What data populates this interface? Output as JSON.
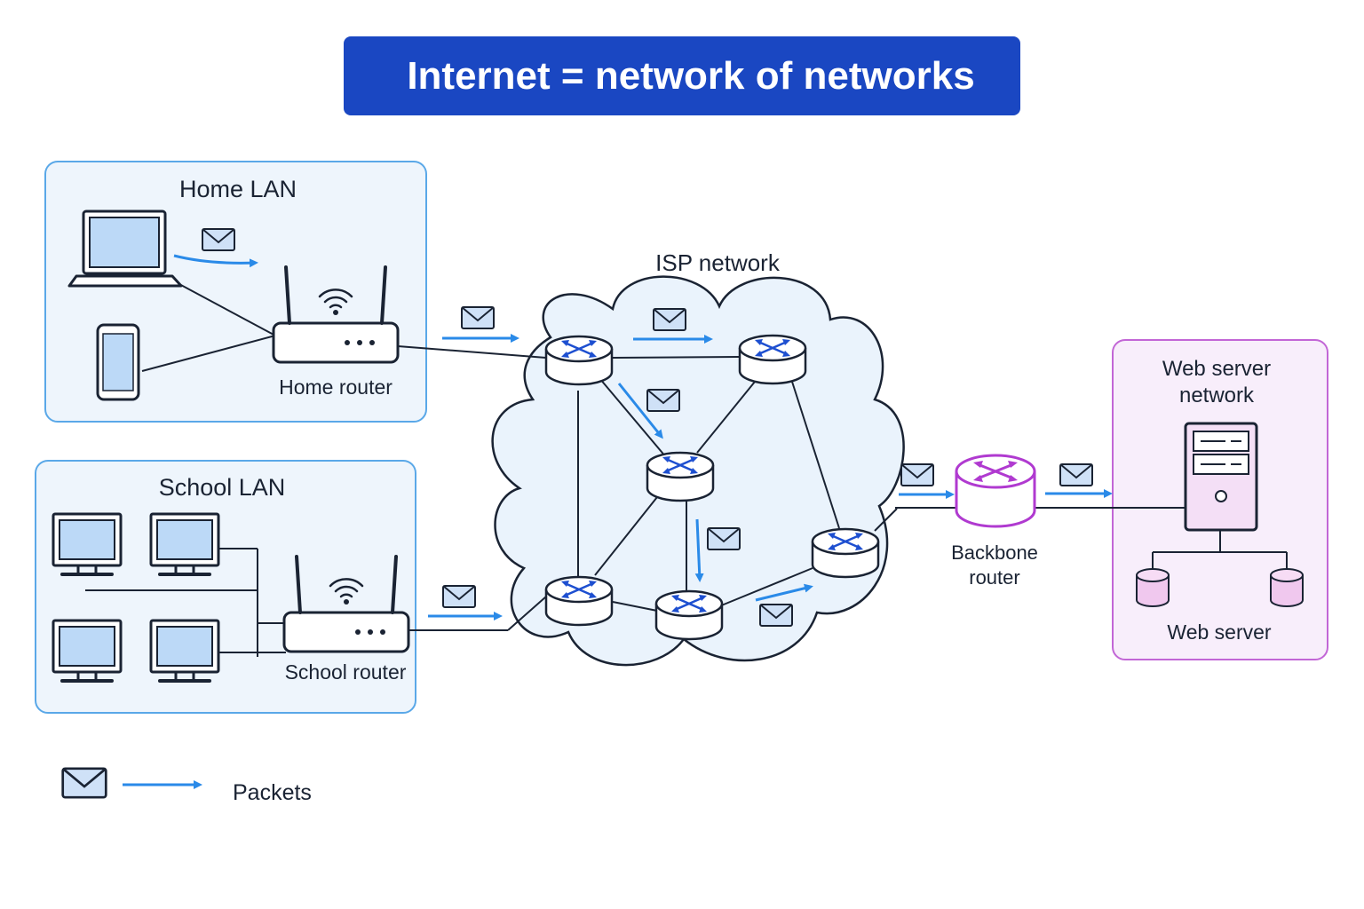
{
  "title": "Internet = network of networks",
  "networks": {
    "home_lan": "Home LAN",
    "school_lan": "School LAN",
    "isp": "ISP network",
    "web_server_network": [
      "Web server",
      "network"
    ]
  },
  "devices": {
    "home_router": "Home router",
    "school_router": "School router",
    "backbone_router": [
      "Backbone",
      "router"
    ],
    "web_server": "Web server"
  },
  "legend": {
    "packets": "Packets"
  },
  "colors": {
    "title_bg": "#1a47c2",
    "lan_border": "#5aa8e8",
    "lan_fill": "#eef5fc",
    "server_border": "#c266d6",
    "server_fill": "#f8eefb",
    "packet_arrow": "#2a8ae8",
    "backbone": "#b03ad0"
  }
}
